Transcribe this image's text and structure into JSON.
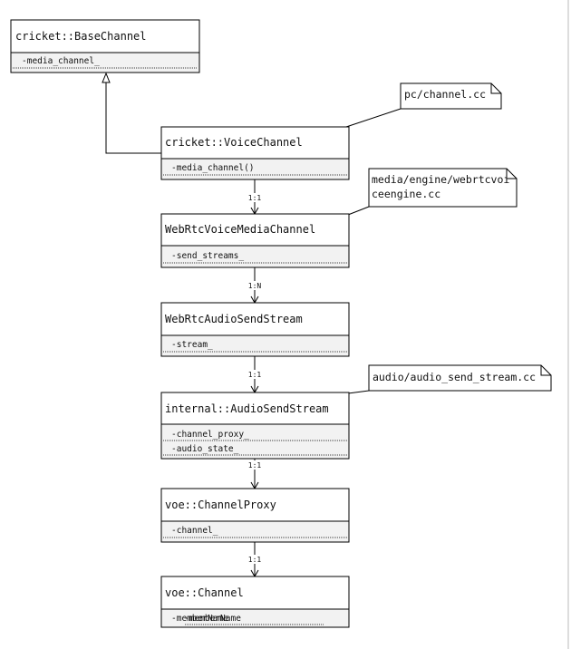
{
  "classes": {
    "base_channel": {
      "name": "cricket::BaseChannel",
      "members": [
        "-media_channel_"
      ]
    },
    "voice_channel": {
      "name": "cricket::VoiceChannel",
      "members": [
        "-media_channel()"
      ]
    },
    "webrtc_voice_media_channel": {
      "name": "WebRtcVoiceMediaChannel",
      "members": [
        "-send_streams_"
      ]
    },
    "webrtc_audio_send_stream": {
      "name": "WebRtcAudioSendStream",
      "members": [
        "-stream_"
      ]
    },
    "internal_audio_send_stream": {
      "name": "internal::AudioSendStream",
      "members": [
        "-channel_proxy_",
        "-audio_state_"
      ]
    },
    "channel_proxy": {
      "name": "voe::ChannelProxy",
      "members": [
        "-channel_"
      ]
    },
    "voe_channel": {
      "name": "voe::Channel",
      "members": [
        "-memberName"
      ],
      "overlay_text": "-memberName"
    }
  },
  "notes": {
    "pc_channel": {
      "lines": [
        "pc/channel.cc"
      ]
    },
    "webrtcvoiceengine": {
      "lines": [
        "media/engine/webrtcvoi",
        "ceengine.cc"
      ]
    },
    "audio_send_stream": {
      "lines": [
        "audio/audio_send_stream.cc"
      ]
    }
  },
  "multiplicities": {
    "voice_to_media": "1:1",
    "media_to_send": "1:N",
    "send_to_internal": "1:1",
    "internal_to_proxy": "1:1",
    "proxy_to_channel": "1:1"
  }
}
